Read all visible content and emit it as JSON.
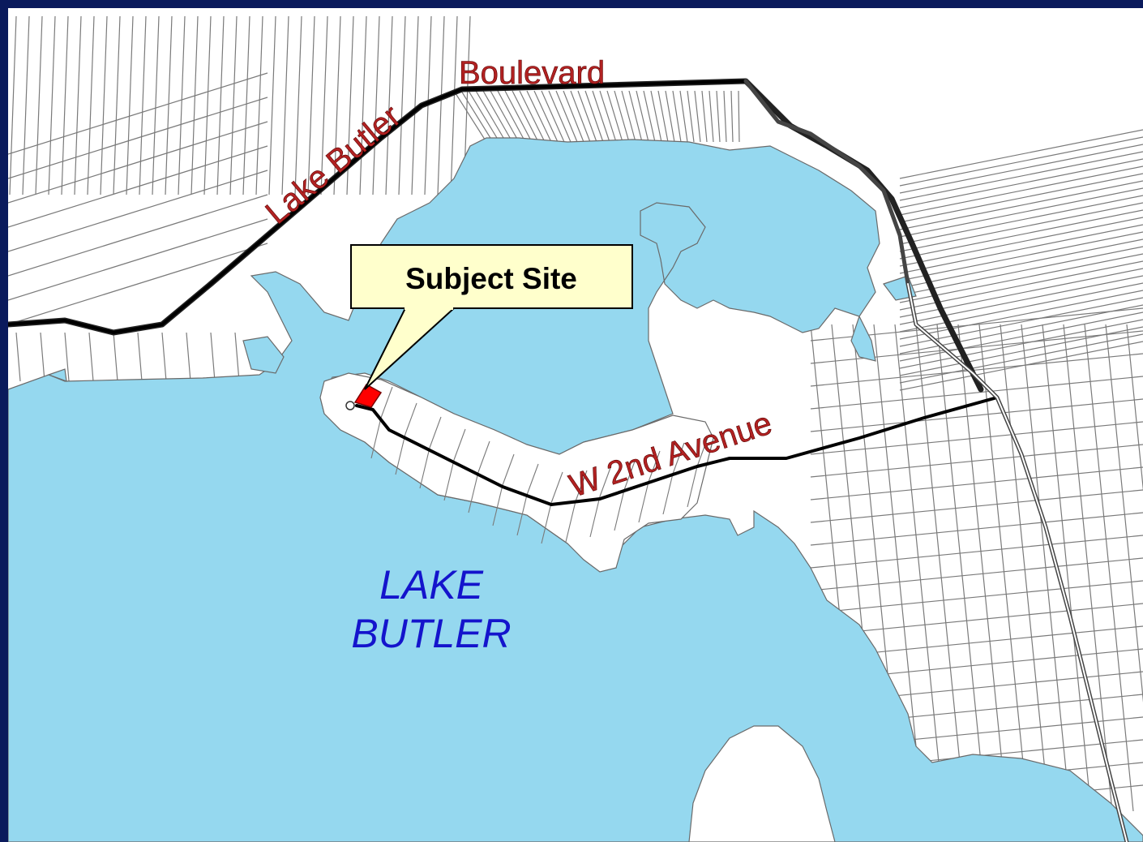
{
  "colors": {
    "water": "#95d8ef",
    "land": "#ffffff",
    "parcel_line": "#7a7a7a",
    "road": "#000000",
    "street_label": "#b22222",
    "lake_label": "#1414cc",
    "callout_fill": "#ffffcc",
    "subject_site": "#ff0000",
    "frame": "#0a1a5c"
  },
  "labels": {
    "road_1_part_a": "Lake Butler",
    "road_1_part_b": "Boulevard",
    "road_2": "W 2nd Avenue",
    "lake_line_1": "LAKE",
    "lake_line_2": "BUTLER",
    "callout": "Subject Site"
  },
  "icons": {
    "callout": "callout-pointer-icon",
    "site": "site-marker-icon"
  }
}
